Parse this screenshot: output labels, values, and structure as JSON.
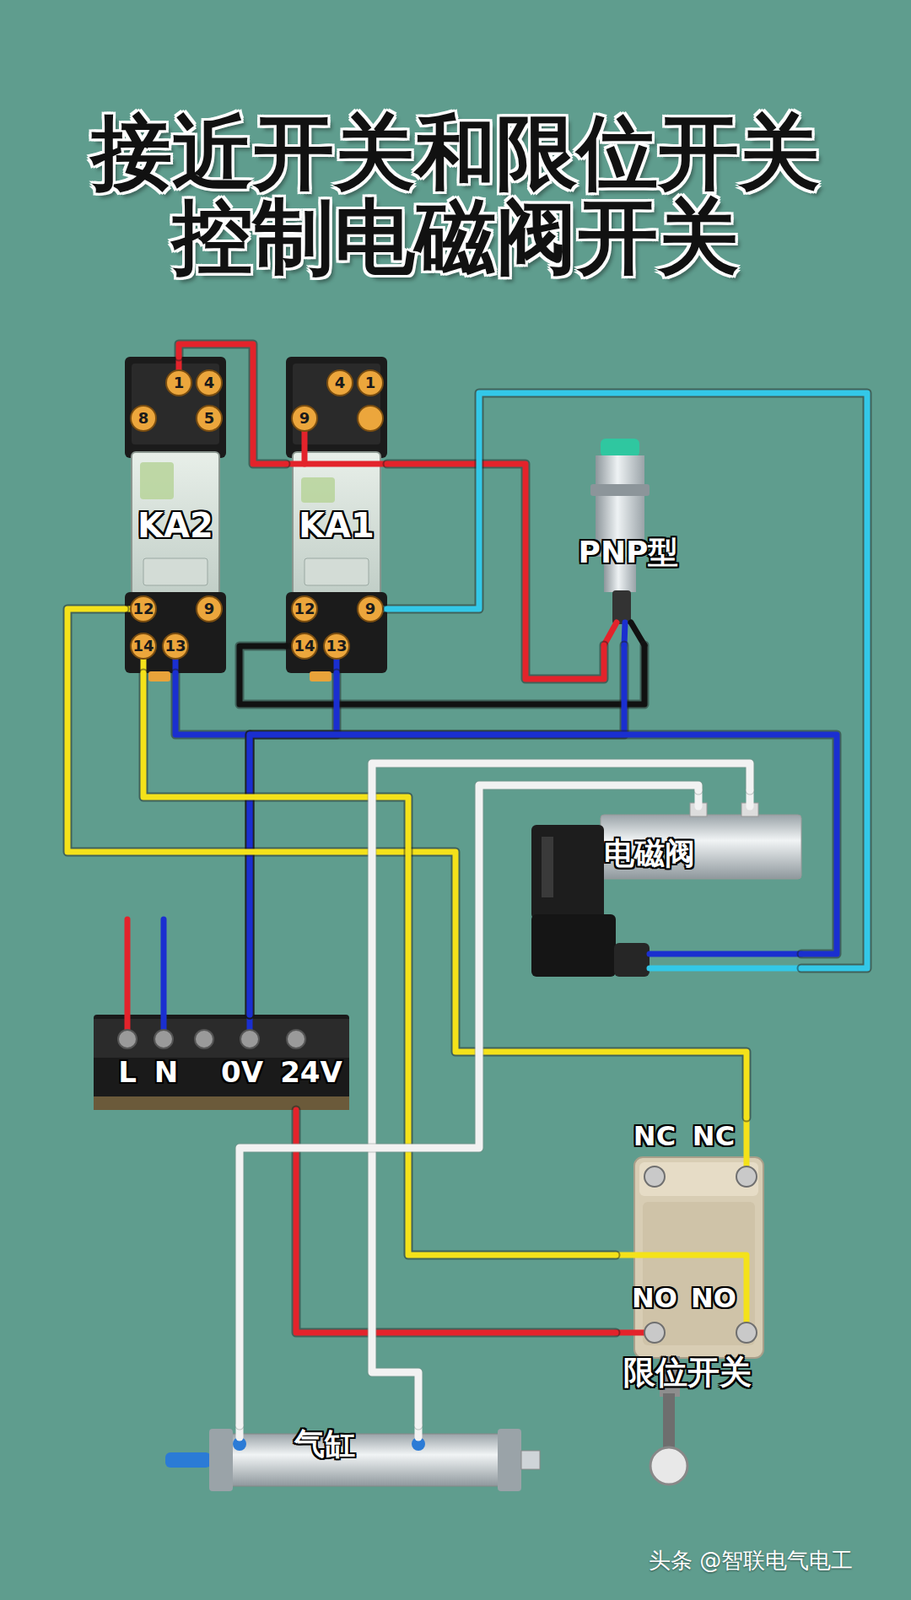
{
  "diagram": {
    "title": "接近开关和限位开关 控制电磁阀开关",
    "nodes": [
      {
        "text": [
          "KA2"
        ]
      },
      {
        "text": [
          "KA1"
        ]
      },
      {
        "text": [
          "PNP型"
        ]
      },
      {
        "text": [
          "电磁阀"
        ]
      },
      {
        "text": [
          "L",
          "N",
          "0V",
          "24V"
        ]
      },
      {
        "text": [
          "NC",
          "NC",
          "NO",
          "NO",
          "限位开关"
        ]
      },
      {
        "text": [
          "气缸"
        ]
      }
    ],
    "edges": [
      {
        "from": 0,
        "to": 1,
        "arrow": "none"
      },
      {
        "from": 1,
        "to": 2,
        "arrow": "none"
      },
      {
        "from": 1,
        "to": 3,
        "arrow": "none"
      },
      {
        "from": 2,
        "to": 1,
        "arrow": "none"
      },
      {
        "from": 4,
        "to": 0,
        "arrow": "none"
      },
      {
        "from": 4,
        "to": 1,
        "arrow": "none"
      },
      {
        "from": 4,
        "to": 2,
        "arrow": "none"
      },
      {
        "from": 4,
        "to": 3,
        "arrow": "none"
      },
      {
        "from": 0,
        "to": 5,
        "arrow": "none"
      },
      {
        "from": 0,
        "to": 5,
        "arrow": "none"
      },
      {
        "from": 4,
        "to": 5,
        "arrow": "none"
      },
      {
        "from": 3,
        "to": 6,
        "arrow": "none"
      },
      {
        "from": 3,
        "to": 6,
        "arrow": "none"
      }
    ],
    "labels": [
      "1",
      "4",
      "8",
      "5",
      "12",
      "9",
      "14",
      "13",
      "4",
      "1",
      "9",
      "12",
      "9",
      "14",
      "13",
      "头条 @智联电气电工"
    ]
  }
}
